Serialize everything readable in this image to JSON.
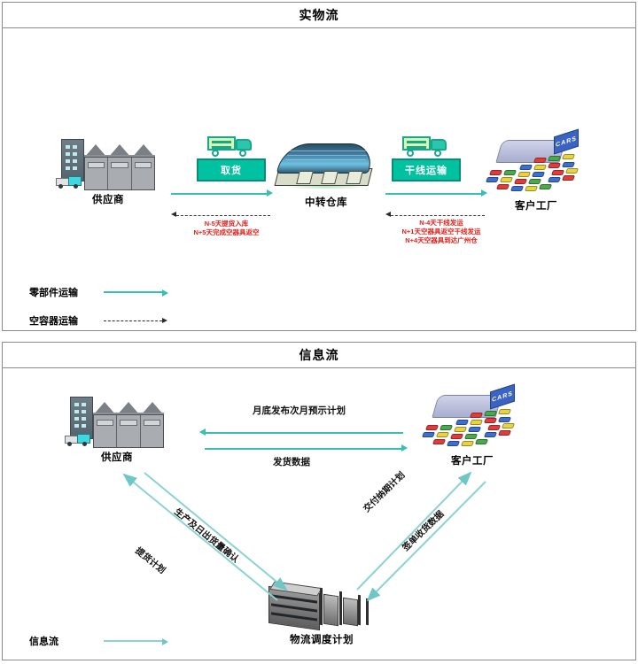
{
  "physical_flow": {
    "title": "实物流",
    "nodes": [
      {
        "id": "supplier",
        "label": "供应商",
        "icon": "factory-icon"
      },
      {
        "id": "transit-warehouse",
        "label": "中转仓库",
        "icon": "warehouse-icon"
      },
      {
        "id": "customer-plant",
        "label": "客户工厂",
        "icon": "car-plant-icon",
        "sign": "CARS"
      }
    ],
    "steps": [
      {
        "id": "pickup",
        "label": "取货",
        "icon": "truck-icon"
      },
      {
        "id": "linehaul",
        "label": "干线运输",
        "icon": "truck-icon"
      }
    ],
    "notes": [
      {
        "id": "left-notes",
        "lines": [
          "N-5天提货入库",
          "N+5天完成空器具返空"
        ]
      },
      {
        "id": "right-notes",
        "lines": [
          "N-4天干线发运",
          "N+1天空器具返空干线发运",
          "N+4天空器具到达广州仓"
        ]
      }
    ],
    "legend": [
      {
        "label": "零部件运输",
        "style": "solid",
        "color": "#35c0b3"
      },
      {
        "label": "空容器运输",
        "style": "dashed",
        "color": "#2b2b2b"
      }
    ]
  },
  "information_flow": {
    "title": "信息流",
    "nodes": [
      {
        "id": "supplier",
        "label": "供应商",
        "icon": "factory-icon"
      },
      {
        "id": "customer-plant",
        "label": "客户工厂",
        "icon": "car-plant-icon",
        "sign": "CARS"
      },
      {
        "id": "logistics-dispatch",
        "label": "物流调度计划",
        "icon": "office-building-icon"
      }
    ],
    "flows": [
      {
        "id": "forecast",
        "label": "月底发布次月预示计划",
        "direction": "right-to-left"
      },
      {
        "id": "shipment-data",
        "label": "发货数据",
        "direction": "left-to-right"
      },
      {
        "id": "pickup-plan",
        "label": "提货计划",
        "direction": "up-left"
      },
      {
        "id": "production-confirm",
        "label": "生产及日出货量确认",
        "direction": "down-right"
      },
      {
        "id": "delivery-plan",
        "label": "交付纳期计划",
        "direction": "down-left"
      },
      {
        "id": "receipt-data",
        "label": "签单收货数据",
        "direction": "up-right"
      }
    ],
    "legend": [
      {
        "label": "信息流",
        "style": "solid",
        "color": "#35c0b3"
      }
    ]
  },
  "colors": {
    "flow_accent": "#35c0b3",
    "step_box": "#00c2a0",
    "note_red": "#e5201b",
    "warehouse_blue": "#3e7ea3",
    "panel_border": "#8a8a8a"
  }
}
